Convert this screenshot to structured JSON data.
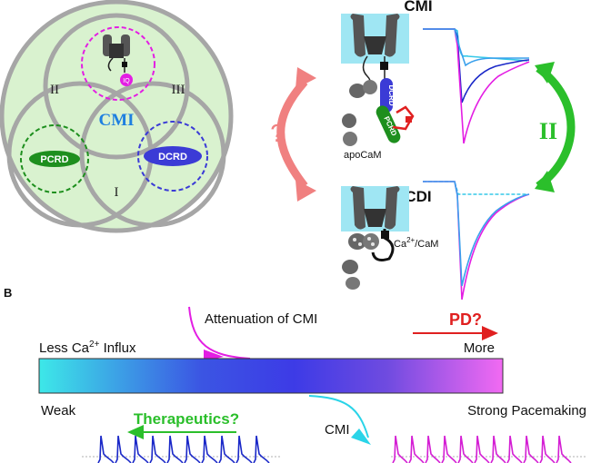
{
  "venn": {
    "center_label": "CMI",
    "region_1": "I",
    "region_2": "II",
    "region_3": "III",
    "pcrd_label": "PCRD",
    "dcrd_label": "DCRD",
    "iq_label": "IQ",
    "colors": {
      "fill": "#d9f2cf",
      "outline": "#a6a6a6",
      "iq": "#e31ee3",
      "pcrd": "#1e8f1e",
      "dcrd": "#3b3bd6",
      "cmi": "#1e7fe0"
    }
  },
  "channels": {
    "question_mark": "?",
    "top_title": "CMI",
    "bottom_title": "CDI",
    "apo_label": "apoCaM",
    "ca_label_prefix": "Ca",
    "ca_label_sup": "2+",
    "ca_label_suffix": "/CaM",
    "dcrd_label": "DCRD",
    "pcrd_label": "PCRD",
    "roman_ii": "II",
    "colors": {
      "box": "#9fe6f3",
      "question": "#f08080",
      "green": "#2bbf2b"
    }
  },
  "panel_b": {
    "panel_letter": "B",
    "attenuation_label": "Attenuation of CMI",
    "pd_label": "PD?",
    "less_prefix": "Less Ca",
    "less_sup": "2+",
    "less_suffix": " Influx",
    "more_label": "More",
    "weak_label": "Weak",
    "strong_label": "Strong  Pacemaking",
    "therapeutics_label": "Therapeutics?",
    "cmi_label": "CMI",
    "colors": {
      "gradient_start": "#3de8e8",
      "gradient_mid": "#3d3be6",
      "gradient_end": "#f26af2",
      "pd": "#e02020",
      "therapeutics": "#2bbf2b"
    }
  }
}
